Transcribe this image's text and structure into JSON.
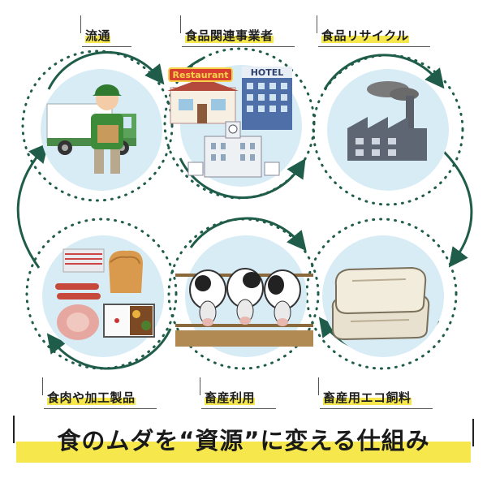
{
  "labels": {
    "distribution": "流通",
    "food_business": "食品関連事業者",
    "food_recycle": "食品リサイクル",
    "meat_processed": "食肉や加工製品",
    "livestock_use": "畜産利用",
    "eco_feed": "畜産用エコ飼料"
  },
  "signs": {
    "restaurant": "Restaurant",
    "hotel": "HOTEL"
  },
  "title": "食のムダを“資源”に変える仕組み",
  "colors": {
    "arrow": "#1f5d4a",
    "highlight": "#f6e84c",
    "circle_bg": "#d8ecf6"
  }
}
